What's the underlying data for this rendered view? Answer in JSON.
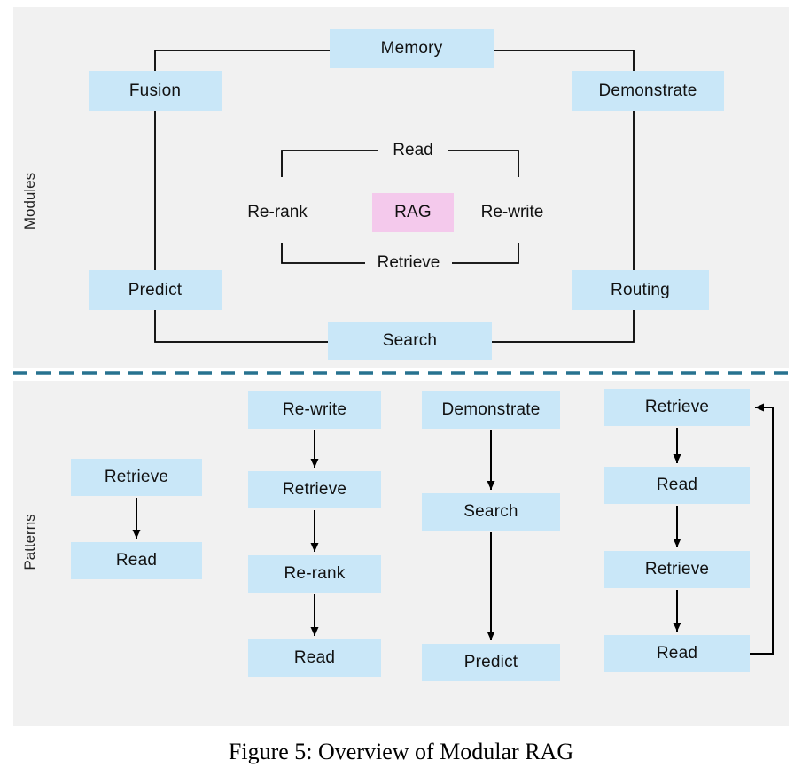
{
  "figure": {
    "caption": "Figure 5: Overview of Modular RAG"
  },
  "modules": {
    "section_label": "Modules",
    "boxes": [
      {
        "label": "Memory"
      },
      {
        "label": "Fusion"
      },
      {
        "label": "Demonstrate"
      },
      {
        "label": "Predict"
      },
      {
        "label": "Routing"
      },
      {
        "label": "Search"
      }
    ],
    "inner": {
      "center": "RAG",
      "top": "Read",
      "left": "Re-rank",
      "right": "Re-write",
      "bottom": "Retrieve"
    }
  },
  "patterns": {
    "section_label": "Patterns",
    "flows": [
      {
        "steps": [
          "Retrieve",
          "Read"
        ],
        "loop": false
      },
      {
        "steps": [
          "Re-write",
          "Retrieve",
          "Re-rank",
          "Read"
        ],
        "loop": false
      },
      {
        "steps": [
          "Demonstrate",
          "Search",
          "Predict"
        ],
        "loop": false
      },
      {
        "steps": [
          "Retrieve",
          "Read",
          "Retrieve",
          "Read"
        ],
        "loop": true
      }
    ]
  },
  "colors": {
    "module_box": "#c9e7f8",
    "rag_box": "#f4c9ec",
    "panel_background": "#f1f1f1",
    "divider": "#27728f",
    "line": "#000000"
  }
}
